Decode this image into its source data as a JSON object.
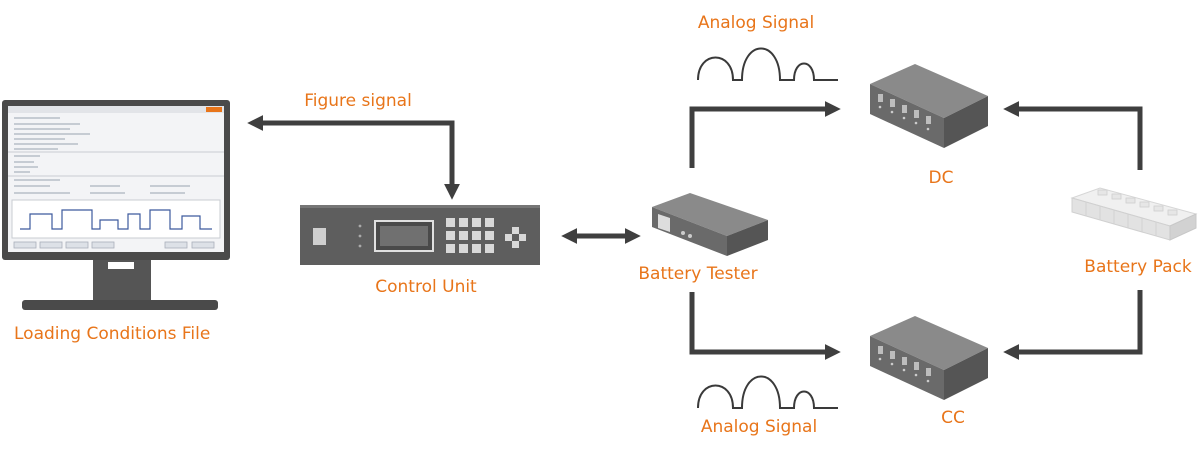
{
  "nodes": {
    "loading_conditions_file": "Loading Conditions File",
    "control_unit": "Control Unit",
    "battery_tester": "Battery Tester",
    "dc": "DC",
    "cc": "CC",
    "battery_pack": "Battery Pack"
  },
  "signals": {
    "figure_signal": "Figure signal",
    "analog_signal_top": "Analog Signal",
    "analog_signal_bottom": "Analog Signal"
  },
  "colors": {
    "label": "#e8751a",
    "arrow": "#3f3f3f",
    "device_top": "#8a8a8a",
    "device_front": "#6a6a6a",
    "device_side": "#555555"
  }
}
